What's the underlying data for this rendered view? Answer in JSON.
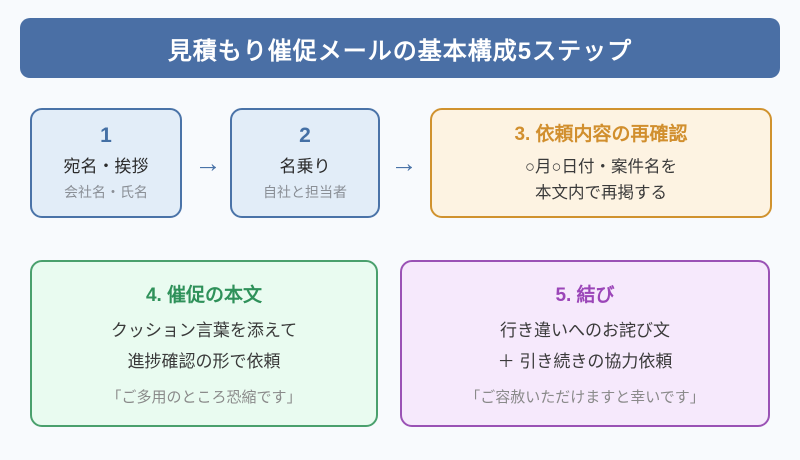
{
  "page": {
    "background": "#f8fafd"
  },
  "header": {
    "title": "見積もり催促メールの基本構成5ステップ",
    "bg": "#4a6fa5",
    "text_color": "#ffffff"
  },
  "flow": {
    "arrow": "→",
    "arrow_color": "#4a73a8",
    "steps": [
      {
        "number": "1",
        "title": "宛名・挨拶",
        "subtitle": "会社名・氏名",
        "fill": "#e2edf8",
        "border": "#4a73a8"
      },
      {
        "number": "2",
        "title": "名乗り",
        "subtitle": "自社と担当者",
        "fill": "#e2edf8",
        "border": "#4a73a8"
      },
      {
        "title": "3. 依頼内容の再確認",
        "lines": [
          "○月○日付・案件名を",
          "本文内で再掲する"
        ],
        "fill": "#fdf3e2",
        "border": "#d0922e",
        "title_color": "#d18f2e"
      },
      {
        "title": "4. 催促の本文",
        "lines": [
          "クッション言葉を添えて",
          "進捗確認の形で依頼"
        ],
        "quote": "「ご多用のところ恐縮です」",
        "fill": "#e9fbf0",
        "border": "#4aa06d",
        "title_color": "#2f915a"
      },
      {
        "title": "5. 結び",
        "lines": [
          "行き違いへのお詫び文",
          "＋ 引き続きの協力依頼"
        ],
        "quote": "「ご容赦いただけますと幸いです」",
        "fill": "#f6e9fc",
        "border": "#9a52b5",
        "title_color": "#9b46b8"
      }
    ]
  }
}
